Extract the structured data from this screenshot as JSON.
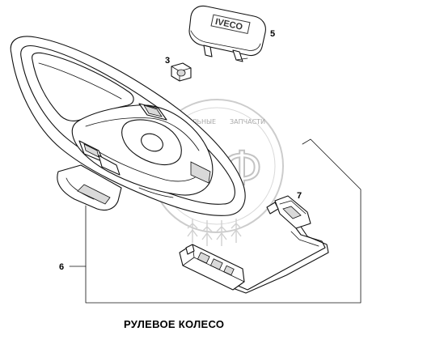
{
  "diagram": {
    "caption": "РУЛЕВОЕ КОЛЕСО",
    "callouts": [
      {
        "id": "3",
        "label": "3"
      },
      {
        "id": "5",
        "label": "5"
      },
      {
        "id": "6",
        "label": "6"
      },
      {
        "id": "7",
        "label": "7"
      }
    ],
    "cover_logo_text": "IVECO",
    "watermark": {
      "text_left": "ОРИГИНАЛЬНЫЕ",
      "text_right": "ЗАПЧАСТИ",
      "letters": "ЭПФ"
    }
  }
}
